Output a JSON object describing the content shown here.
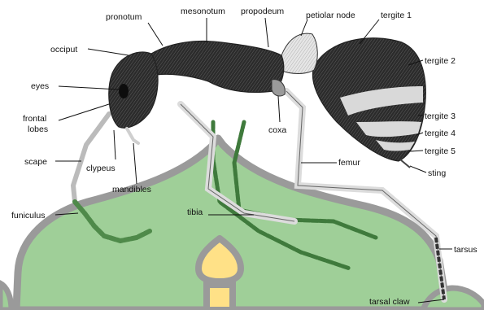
{
  "labels": {
    "pronotum": "pronotum",
    "mesonotum": "mesonotum",
    "propodeum": "propodeum",
    "petiolar_node": "petiolar node",
    "tergite_1": "tergite 1",
    "tergite_2": "tergite 2",
    "tergite_3": "tergite 3",
    "tergite_4": "tergite 4",
    "tergite_5": "tergite 5",
    "sting": "sting",
    "occiput": "occiput",
    "eyes": "eyes",
    "frontal_lobes_line1": "frontal",
    "frontal_lobes_line2": "lobes",
    "scape": "scape",
    "clypeus": "clypeus",
    "mandibles": "mandibles",
    "funiculus": "funiculus",
    "tibia": "tibia",
    "coxa": "coxa",
    "femur": "femur",
    "tarsus": "tarsus",
    "tarsal_claw": "tarsal claw"
  },
  "colors": {
    "background": "#ffffff",
    "leaf_fill": "#9fcf98",
    "leaf_stroke": "#9a9a9a",
    "bud_fill": "#ffe187",
    "ant_dark": "#222222",
    "ant_band": "#d9d9d9",
    "ant_leg_light": "#e8e8e8",
    "ant_green_leg": "#3f7a3c"
  }
}
